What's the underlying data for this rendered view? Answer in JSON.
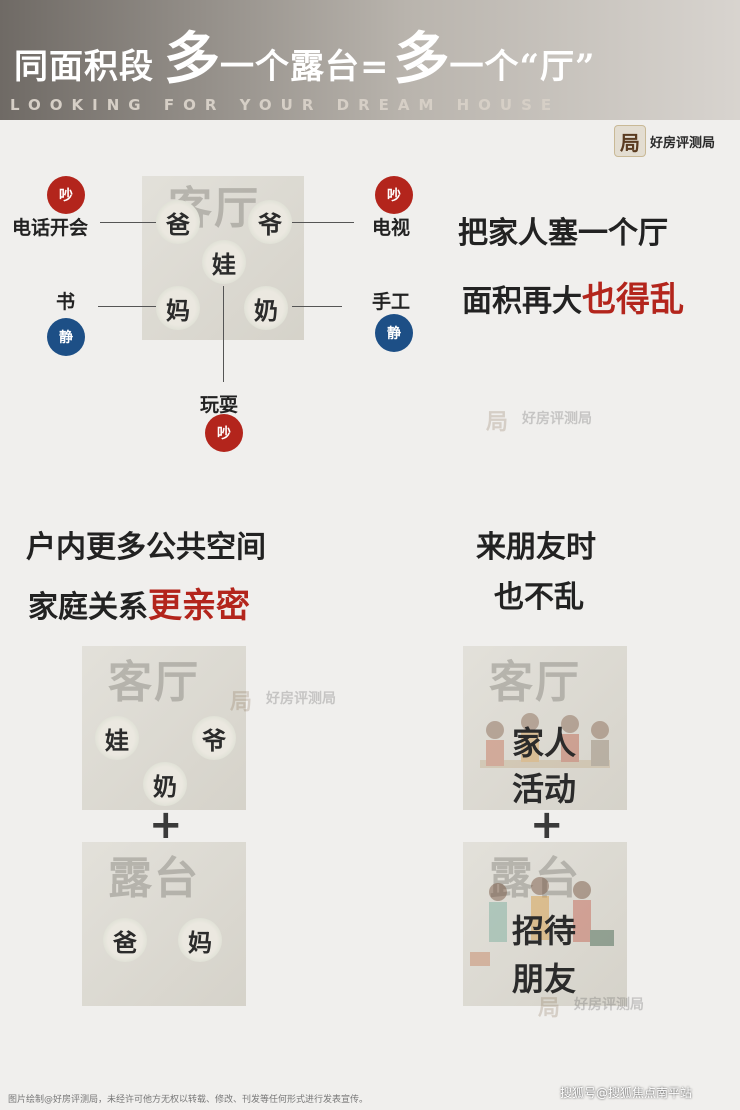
{
  "header": {
    "title_part1": "同面积段",
    "title_big1": "多",
    "title_part2": "一个露台=",
    "title_big2": "多",
    "title_part3": "一个“厅”",
    "subtitle": "LOOKING FOR YOUR DREAM HOUSE"
  },
  "brand": {
    "logo_char": "局",
    "name": "好房评测局"
  },
  "watermark": {
    "logo_char": "局",
    "text": "好房评测局"
  },
  "diagram1": {
    "room_word": "客厅",
    "people": {
      "dad": "爸",
      "grandpa": "爷",
      "child": "娃",
      "mom": "妈",
      "grandma": "奶"
    },
    "labels": {
      "phone": "电话开会",
      "tv": "电视",
      "book": "书",
      "craft": "手工",
      "play": "玩耍"
    },
    "badges": {
      "noisy": "吵",
      "quiet": "静"
    },
    "headline_line1": "把家人塞一个厅",
    "headline_line2_plain": "面积再大",
    "headline_line2_accent": "也得乱"
  },
  "section_left": {
    "line1": "户内更多公共空间",
    "line2_plain": "家庭关系",
    "line2_accent": "更亲密",
    "room1_word": "客厅",
    "room1_people": {
      "child": "娃",
      "grandpa": "爷",
      "grandma": "奶"
    },
    "plus": "+",
    "room2_word": "露台",
    "room2_people": {
      "dad": "爸",
      "mom": "妈"
    }
  },
  "section_right": {
    "line1": "来朋友时",
    "line2": "也不乱",
    "room1_word": "客厅",
    "room1_text1": "家人",
    "room1_text2": "活动",
    "plus": "+",
    "room2_word": "露台",
    "room2_text1": "招待",
    "room2_text2": "朋友"
  },
  "footer": {
    "note": "图片绘制@好房评测局，未经许可他方无权以转载、修改、刊发等任何形式进行发表宣传。",
    "source": "搜狐号@搜狐焦点南平站"
  }
}
